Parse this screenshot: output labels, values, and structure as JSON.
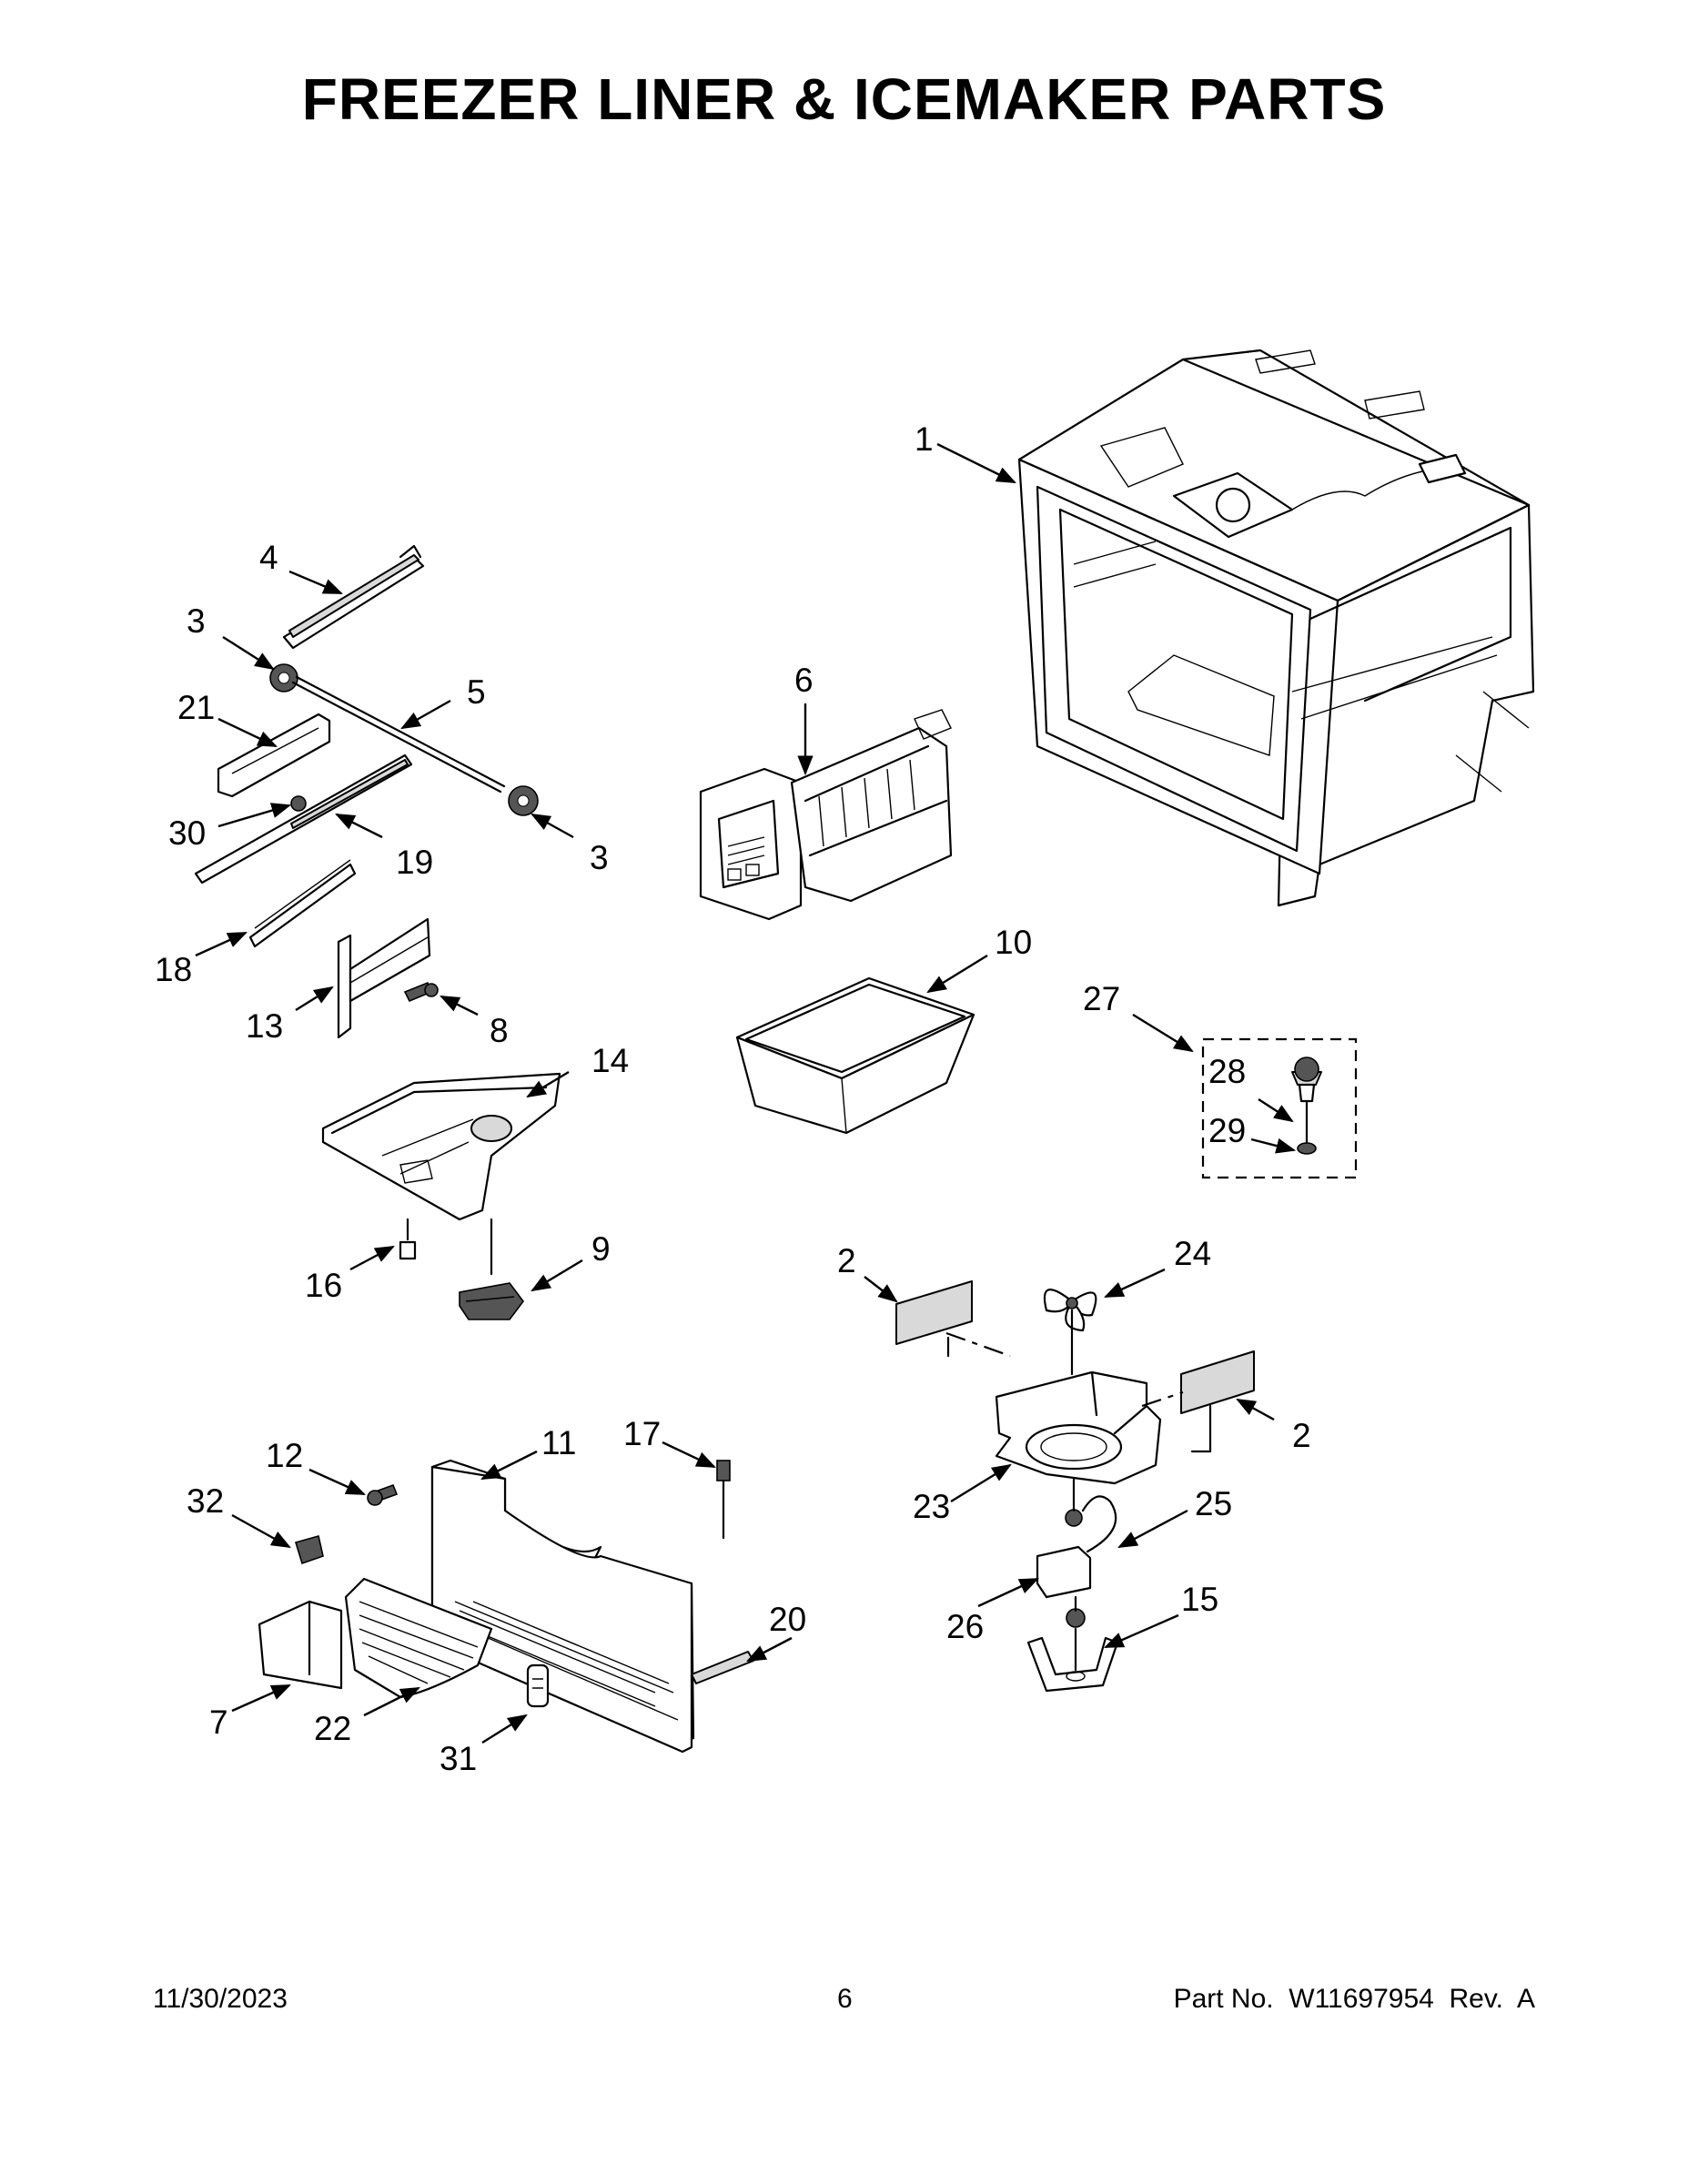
{
  "title": "FREEZER LINER & ICEMAKER PARTS",
  "footer": {
    "date": "11/30/2023",
    "page": "6",
    "part_label": "Part No.  W11697954  Rev.  A"
  },
  "callouts": {
    "c1": "1",
    "c2a": "2",
    "c2b": "2",
    "c3a": "3",
    "c3b": "3",
    "c4": "4",
    "c5": "5",
    "c6": "6",
    "c7": "7",
    "c8": "8",
    "c9": "9",
    "c10": "10",
    "c11": "11",
    "c12": "12",
    "c13": "13",
    "c14": "14",
    "c15": "15",
    "c16": "16",
    "c17": "17",
    "c18": "18",
    "c19": "19",
    "c20": "20",
    "c21": "21",
    "c22": "22",
    "c23": "23",
    "c24": "24",
    "c25": "25",
    "c26": "26",
    "c27": "27",
    "c28": "28",
    "c29": "29",
    "c30": "30",
    "c31": "31",
    "c32": "32"
  }
}
